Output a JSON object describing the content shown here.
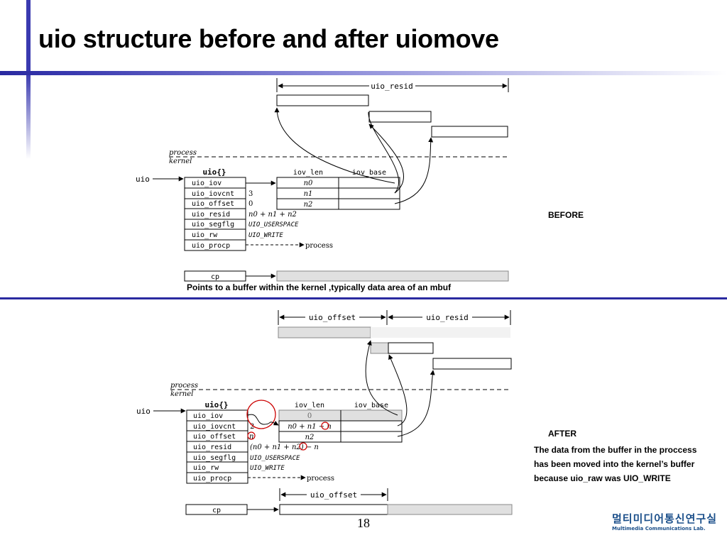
{
  "slide": {
    "title": "uio structure before and after uiomove",
    "page_number": "18",
    "logo_korean": "멀티미디어통신연구실",
    "logo_english": "Multimedia Communications Lab."
  },
  "before": {
    "label": "BEFORE",
    "caption": "Points to a buffer within the kernel ,typically data area of an mbuf",
    "uio_resid_label": "uio_resid",
    "process_label": "process",
    "kernel_label": "kernel",
    "uio_label": "uio",
    "struct_header": "uio{}",
    "iov_len_header": "iov_len",
    "iov_base_header": "iov_base",
    "fields": [
      "uio_iov",
      "uio_iovcnt",
      "uio_offset",
      "uio_resid",
      "uio_segflg",
      "uio_rw",
      "uio_procp"
    ],
    "values": [
      "",
      "3",
      "0",
      "n0 + n1 + n2",
      "UIO_USERSPACE",
      "UIO_WRITE",
      ""
    ],
    "iov_len": [
      "n0",
      "n1",
      "n2"
    ],
    "procp_target": "process",
    "cp_label": "cp"
  },
  "after": {
    "label": "AFTER",
    "desc_line1": "The data from the buffer in the proccess",
    "desc_line2": "has been moved into the kernel’s buffer",
    "desc_line3": "because uio_raw was UIO_WRITE",
    "uio_offset_label": "uio_offset",
    "uio_resid_label": "uio_resid",
    "process_label": "process",
    "kernel_label": "kernel",
    "uio_label": "uio",
    "struct_header": "uio{}",
    "iov_len_header": "iov_len",
    "iov_base_header": "iov_base",
    "fields": [
      "uio_iov",
      "uio_iovcnt",
      "uio_offset",
      "uio_resid",
      "uio_segflg",
      "uio_rw",
      "uio_procp"
    ],
    "values": [
      "",
      "2",
      "n",
      "(n0 + n1 + n2) − n",
      "UIO_USERSPACE",
      "UIO_WRITE",
      ""
    ],
    "iov_len": [
      "0",
      "n0 + n1 − n",
      "n2"
    ],
    "procp_target": "process",
    "bottom_offset_label": "uio_offset",
    "cp_label": "cp"
  },
  "colors": {
    "accent": "#3a3ab0",
    "highlight": "#cc0000",
    "shade": "#e0e0e0"
  }
}
